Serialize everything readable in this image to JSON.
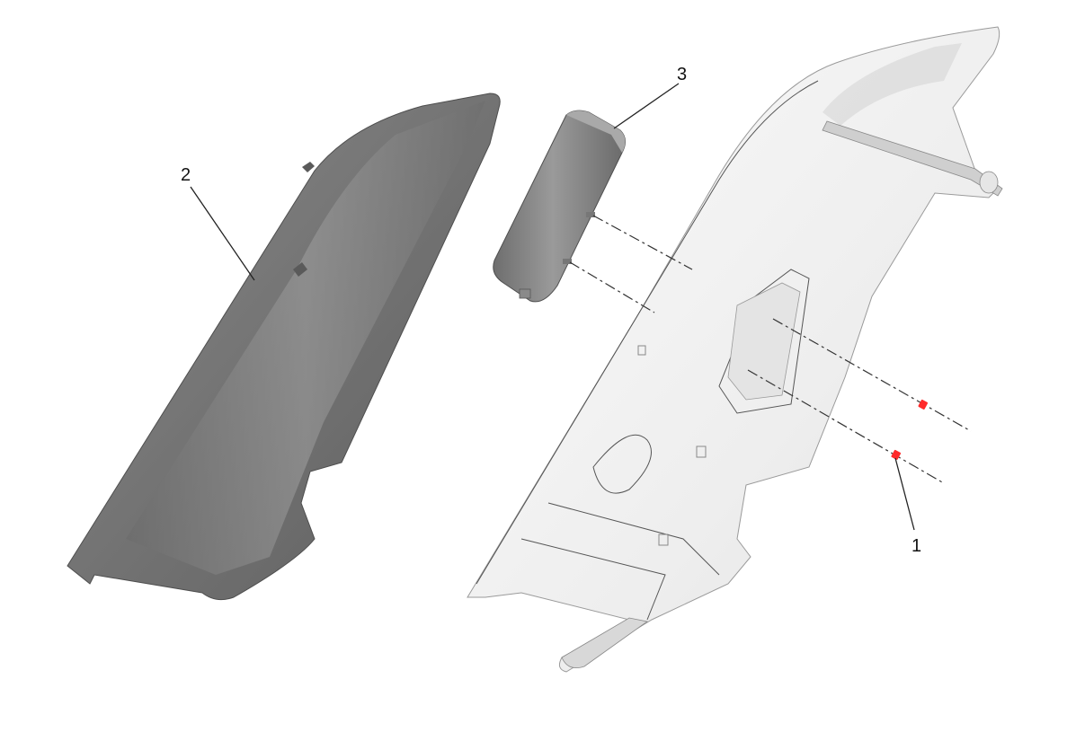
{
  "callouts": {
    "part_1": "1",
    "part_2": "2",
    "part_3": "3"
  },
  "colors": {
    "cover_gray": "#7a7a7a",
    "panel_white": "#f2f2f2",
    "module_gray": "#8c8c8c",
    "fastener_red": "#ff2a2a"
  }
}
